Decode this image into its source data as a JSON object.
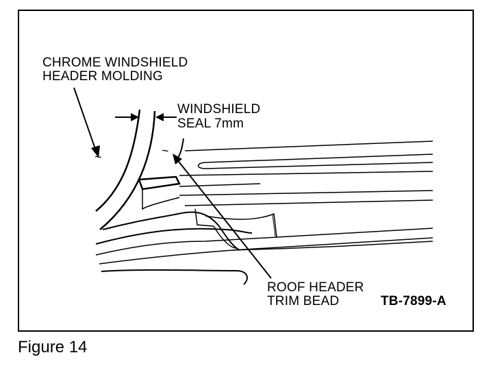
{
  "labels": {
    "chrome_molding": [
      "CHROME WINDSHIELD",
      "HEADER MOLDING"
    ],
    "windshield_seal": [
      "WINDSHIELD",
      "SEAL 7mm"
    ],
    "roof_header": [
      "ROOF HEADER",
      "TRIM BEAD"
    ]
  },
  "figure_id": "TB-7899-A",
  "caption": "Figure 14"
}
